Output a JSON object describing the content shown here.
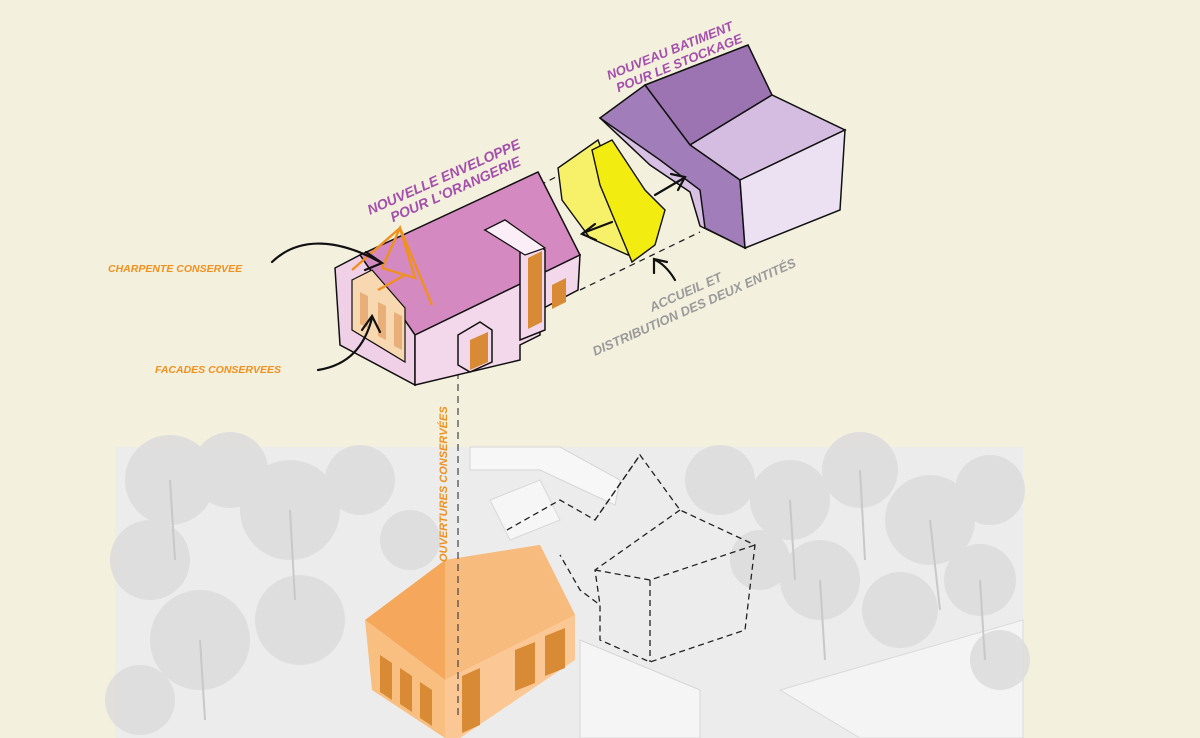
{
  "labels": {
    "storage_line1": "NOUVEAU BATIMENT",
    "storage_line2": "POUR LE STOCKAGE",
    "envelope_line1": "NOUVELLE ENVELOPPE",
    "envelope_line2": "POUR L'ORANGERIE",
    "charpente": "CHARPENTE CONSERVEE",
    "facades": "FACADES CONSERVEES",
    "accueil_line1": "ACCUEIL ET",
    "accueil_line2": "DISTRIBUTION DES DEUX ENTITÉS",
    "ouvertures": "OUVERTURES CONSERVÉES"
  },
  "colors": {
    "background": "#f4f0de",
    "envelope_roof": "#d48ac0",
    "envelope_walls": "#f0d0e6",
    "storage_roof": "#9c74b2",
    "storage_walls": "#e8ddf0",
    "link_volume": "#f3ec10",
    "heritage_orange": "#f5a85c",
    "label_orange": "#f0901f",
    "label_purple": "#a34fab",
    "label_grey": "#9a9a9a"
  }
}
